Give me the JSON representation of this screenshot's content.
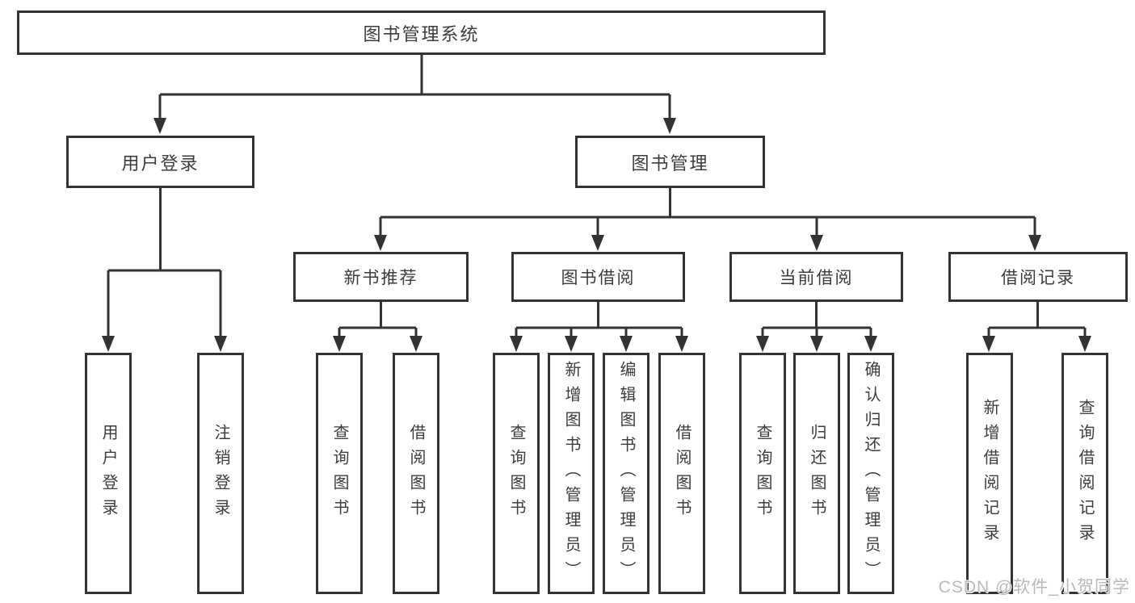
{
  "diagram": {
    "type": "tree",
    "root": {
      "label": "图书管理系统"
    },
    "level2": [
      {
        "label": "用户登录"
      },
      {
        "label": "图书管理"
      }
    ],
    "level3": [
      {
        "label": "新书推荐",
        "parent": "图书管理"
      },
      {
        "label": "图书借阅",
        "parent": "图书管理"
      },
      {
        "label": "当前借阅",
        "parent": "图书管理"
      },
      {
        "label": "借阅记录",
        "parent": "图书管理"
      }
    ],
    "leaves": {
      "user_login": [
        {
          "label": "用户登录"
        },
        {
          "label": "注销登录"
        }
      ],
      "new_books": [
        {
          "label": "查询图书"
        },
        {
          "label": "借阅图书"
        }
      ],
      "book_borrow": [
        {
          "label": "查询图书"
        },
        {
          "label": "新增图书（管理员）"
        },
        {
          "label": "编辑图书（管理员）"
        },
        {
          "label": "借阅图书"
        }
      ],
      "current_borrow": [
        {
          "label": "查询图书"
        },
        {
          "label": "归还图书"
        },
        {
          "label": "确认归还（管理员）"
        }
      ],
      "borrow_records": [
        {
          "label": "新增借阅记录"
        },
        {
          "label": "查询借阅记录"
        }
      ]
    }
  },
  "watermark": {
    "text": "CSDN @软件_小贺同学"
  },
  "colors": {
    "line": "#333333",
    "border": "#343434",
    "text": "#3c3c3c",
    "box_background": "#ffffff",
    "watermark": "#b9b9b9",
    "page_background": "#ffffff"
  }
}
